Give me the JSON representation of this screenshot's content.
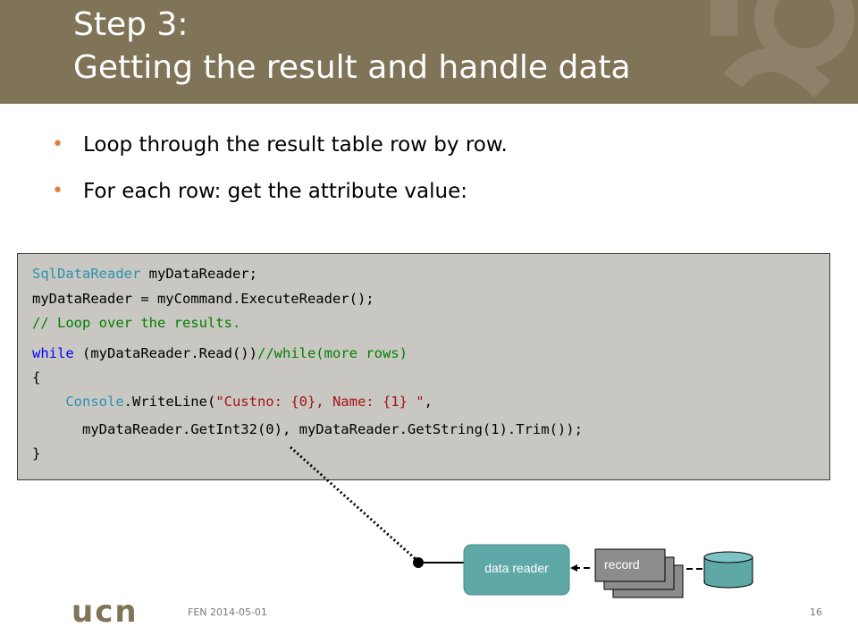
{
  "header": {
    "title_line1": "Step 3:",
    "title_line2": "Getting the result and handle data",
    "background_color": "#7f7358"
  },
  "bullets": [
    {
      "text": "Loop through the result table row by row."
    },
    {
      "text": "For each row: get the attribute value:"
    }
  ],
  "code": {
    "line1_type": "SqlDataReader",
    "line1_rest": " myDataReader;",
    "line2": "myDataReader = myCommand.ExecuteReader();",
    "line3_comment": "// Loop over the results.",
    "line4_kw": "while",
    "line4_rest": " (myDataReader.Read())",
    "line4_comment": "//while(more rows)",
    "line5": "{",
    "line6_indent": "    ",
    "line6_type": "Console",
    "line6_mid": ".WriteLine(",
    "line6_str": "\"Custno: {0}, Name: {1} \"",
    "line6_end": ",",
    "line7": "      myDataReader.GetInt32(0), myDataReader.GetString(1).Trim());",
    "line8": "}"
  },
  "diagram": {
    "data_reader_label": "data reader",
    "record_label": "record",
    "data_reader_color": "#5fa8a8",
    "record_color": "#8c8c8c"
  },
  "footer": {
    "text": "FEN 2014-05-01",
    "page_number": "16",
    "logo_text": "ucn"
  }
}
